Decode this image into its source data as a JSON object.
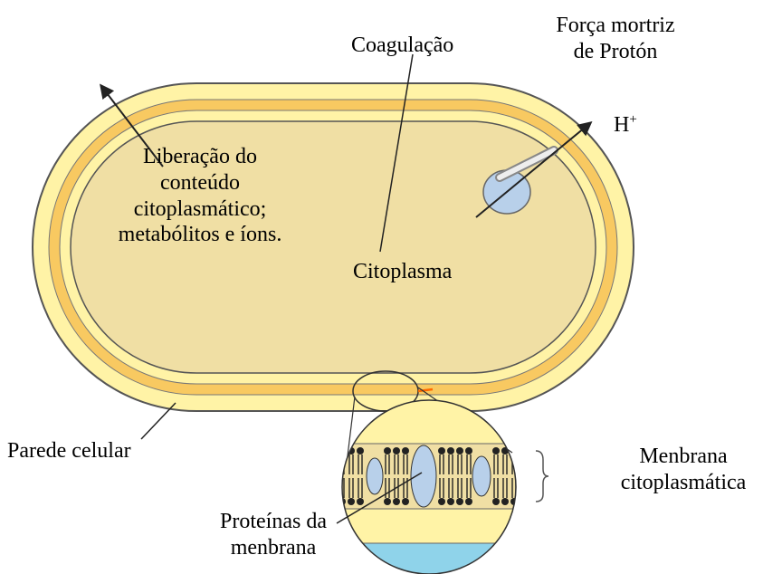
{
  "labels": {
    "coagulacao": "Coagulação",
    "forca_line1": "Força mortriz",
    "forca_line2": "de Protón",
    "h_plus_base": "H",
    "h_plus_sup": "+",
    "liberacao_line1": "Liberação do",
    "liberacao_line2": "conteúdo",
    "liberacao_line3": "citoplasmático;",
    "liberacao_line4": "metabólitos e íons.",
    "citoplasma": "Citoplasma",
    "parede_celular": "Parede celular",
    "membrana_line1": "Menbrana",
    "membrana_line2": "citoplasmática",
    "proteinas_line1": "Proteínas da",
    "proteinas_line2": "menbrana"
  },
  "colors": {
    "outer_wall": "#fff3a6",
    "middle_layer": "#f8c961",
    "cytoplasm": "#f0dfa4",
    "outline": "#555555",
    "protein": "#b8d0ea",
    "membrane_band": "#f0dfa4",
    "lipid": "#222222",
    "bottom_band": "#8fd3ea",
    "accent_orange": "#ff6a00"
  }
}
